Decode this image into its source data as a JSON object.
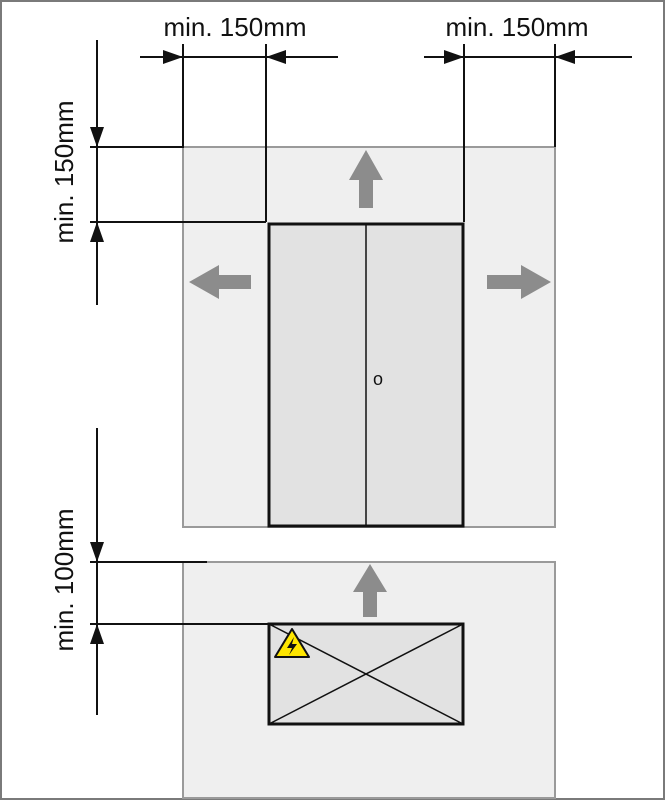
{
  "labels": {
    "clearance_left_top": "min. 150mm",
    "clearance_right_top": "min. 150mm",
    "clearance_top_vertical": "min. 150mm",
    "clearance_bottom_vertical": "min. 100mm"
  },
  "cabinet": {
    "handle_glyph": "o"
  },
  "colors": {
    "zone_fill": "#efefef",
    "zone_stroke": "#9a9a9a",
    "cabinet_fill": "#e2e2e2",
    "arrow_gray": "#8c8c8c",
    "line": "#111111",
    "warning_yellow": "#ffe600"
  },
  "icons": {
    "warning": "high-voltage-warning-icon",
    "airflow": "arrow-icon"
  }
}
